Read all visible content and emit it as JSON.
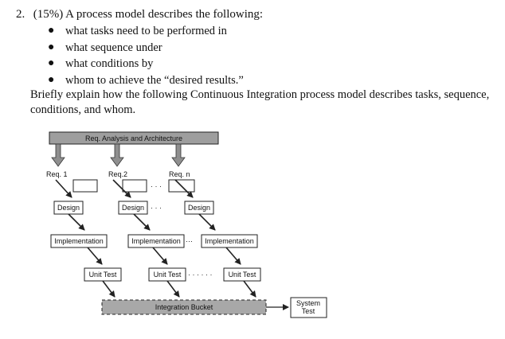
{
  "question": {
    "number": "2.",
    "intro": "(15%) A process model describes the following:",
    "bullets": [
      "what tasks need to be performed in",
      "what sequence under",
      "what conditions by",
      "whom to achieve the “desired results.”"
    ],
    "explain": "Briefly explain how the following Continuous Integration process model describes tasks, sequence, conditions, and whom."
  },
  "diagram": {
    "top_bar_label": "Req. Analysis and Architecture",
    "req_labels": [
      "Req. 1",
      "Req.2",
      "Req. n"
    ],
    "design_label": "Design",
    "implementation_label": "Implementation",
    "unit_test_label": "Unit Test",
    "integration_label": "Integration Bucket",
    "system_test_line1": "System",
    "system_test_line2": "Test",
    "colors": {
      "bar_fill": "#9e9e9e",
      "arrow_fill": "#8f8f8f",
      "bucket_fill": "#a8a8a8",
      "stroke": "#222222"
    }
  }
}
